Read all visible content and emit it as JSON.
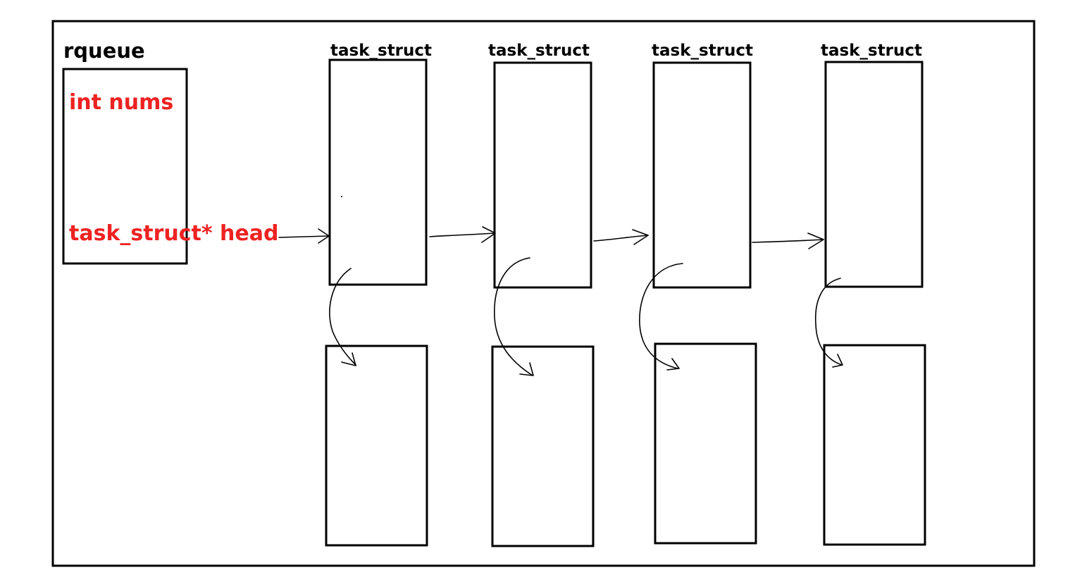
{
  "rqueue": {
    "title": "rqueue",
    "field_nums": "int nums",
    "field_head": "task_struct* head"
  },
  "columns": [
    {
      "label": "task_struct"
    },
    {
      "label": "task_struct"
    },
    {
      "label": "task_struct"
    },
    {
      "label": "task_struct"
    }
  ],
  "colors": {
    "field_text": "#ee2222",
    "stroke": "#000000",
    "background": "#ffffff"
  }
}
